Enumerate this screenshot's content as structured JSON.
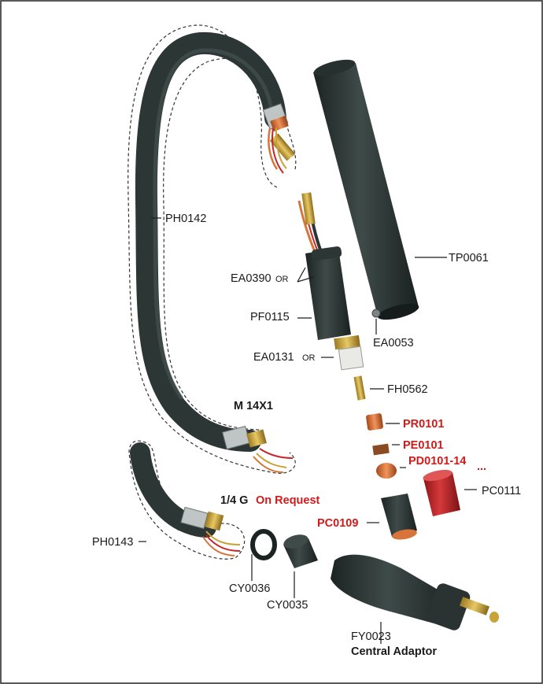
{
  "labels": {
    "ph0142": "PH0142",
    "ph0143": "PH0143",
    "tp0061": "TP0061",
    "ea0390": "EA0390",
    "ea0390_or": "OR",
    "pf0115": "PF0115",
    "ea0053": "EA0053",
    "ea0131": "EA0131",
    "ea0131_or": "OR",
    "fh0562": "FH0562",
    "m14x1": "M 14X1",
    "pr0101": "PR0101",
    "pe0101": "PE0101",
    "pd0101": "PD0101-14",
    "pd0101_dots": "...",
    "pc0111": "PC0111",
    "pc0109": "PC0109",
    "quarter_g": "1/4 G",
    "on_request": "On Request",
    "cy0036": "CY0036",
    "cy0035": "CY0035",
    "fy0023": "FY0023",
    "central_adaptor": "Central Adaptor"
  },
  "colors": {
    "hose": "#2c3634",
    "hose_highlight": "#4a5654",
    "copper": "#d8743a",
    "brass": "#c9a23a",
    "red_cap": "#c4262a",
    "label_red": "#d11a1a",
    "text": "#1a1a1a"
  }
}
